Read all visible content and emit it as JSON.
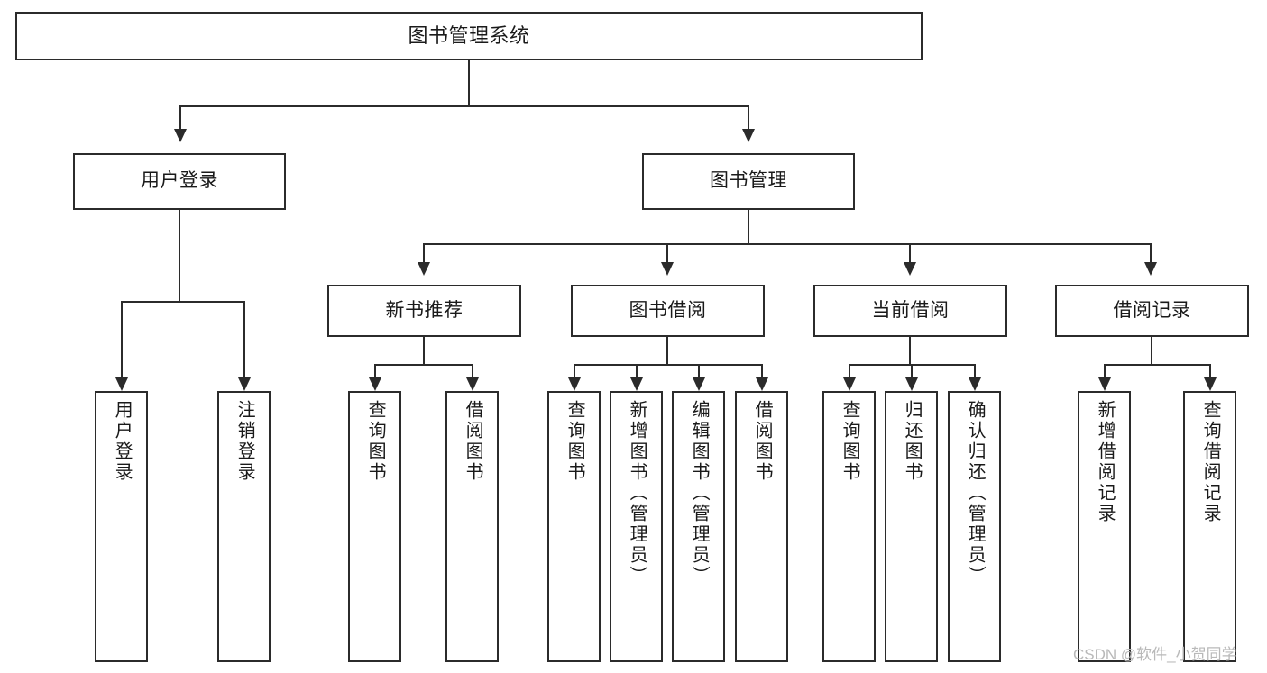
{
  "diagram": {
    "title": "图书管理系统",
    "type": "hierarchy-tree",
    "levels": 4,
    "root": {
      "id": "root",
      "label": "图书管理系统"
    },
    "level2": [
      {
        "id": "user-login",
        "label": "用户登录"
      },
      {
        "id": "book-management",
        "label": "图书管理"
      }
    ],
    "level3": [
      {
        "id": "new-book-recommend",
        "label": "新书推荐"
      },
      {
        "id": "book-borrow",
        "label": "图书借阅"
      },
      {
        "id": "current-borrow",
        "label": "当前借阅"
      },
      {
        "id": "borrow-record",
        "label": "借阅记录"
      }
    ],
    "leaves": [
      {
        "id": "leaf-user-login",
        "label": "用户登录",
        "parent": "user-login"
      },
      {
        "id": "leaf-logout",
        "label": "注销登录",
        "parent": "user-login"
      },
      {
        "id": "leaf-query-book-1",
        "label": "查询图书",
        "parent": "new-book-recommend"
      },
      {
        "id": "leaf-borrow-book-1",
        "label": "借阅图书",
        "parent": "new-book-recommend"
      },
      {
        "id": "leaf-query-book-2",
        "label": "查询图书",
        "parent": "book-borrow"
      },
      {
        "id": "leaf-add-book",
        "label": "新增图书（管理员）",
        "parent": "book-borrow"
      },
      {
        "id": "leaf-edit-book",
        "label": "编辑图书（管理员）",
        "parent": "book-borrow"
      },
      {
        "id": "leaf-borrow-book-2",
        "label": "借阅图书",
        "parent": "book-borrow"
      },
      {
        "id": "leaf-query-book-3",
        "label": "查询图书",
        "parent": "current-borrow"
      },
      {
        "id": "leaf-return-book",
        "label": "归还图书",
        "parent": "current-borrow"
      },
      {
        "id": "leaf-confirm-return",
        "label": "确认归还（管理员）",
        "parent": "current-borrow"
      },
      {
        "id": "leaf-add-record",
        "label": "新增借阅记录",
        "parent": "borrow-record"
      },
      {
        "id": "leaf-query-record",
        "label": "查询借阅记录",
        "parent": "borrow-record"
      }
    ]
  },
  "watermark": {
    "text": "CSDN @软件_小贺同学"
  },
  "colors": {
    "stroke": "#2b2b2b",
    "fill": "#ffffff",
    "text": "#1a1a1a",
    "watermark": "#b9b9b9"
  }
}
